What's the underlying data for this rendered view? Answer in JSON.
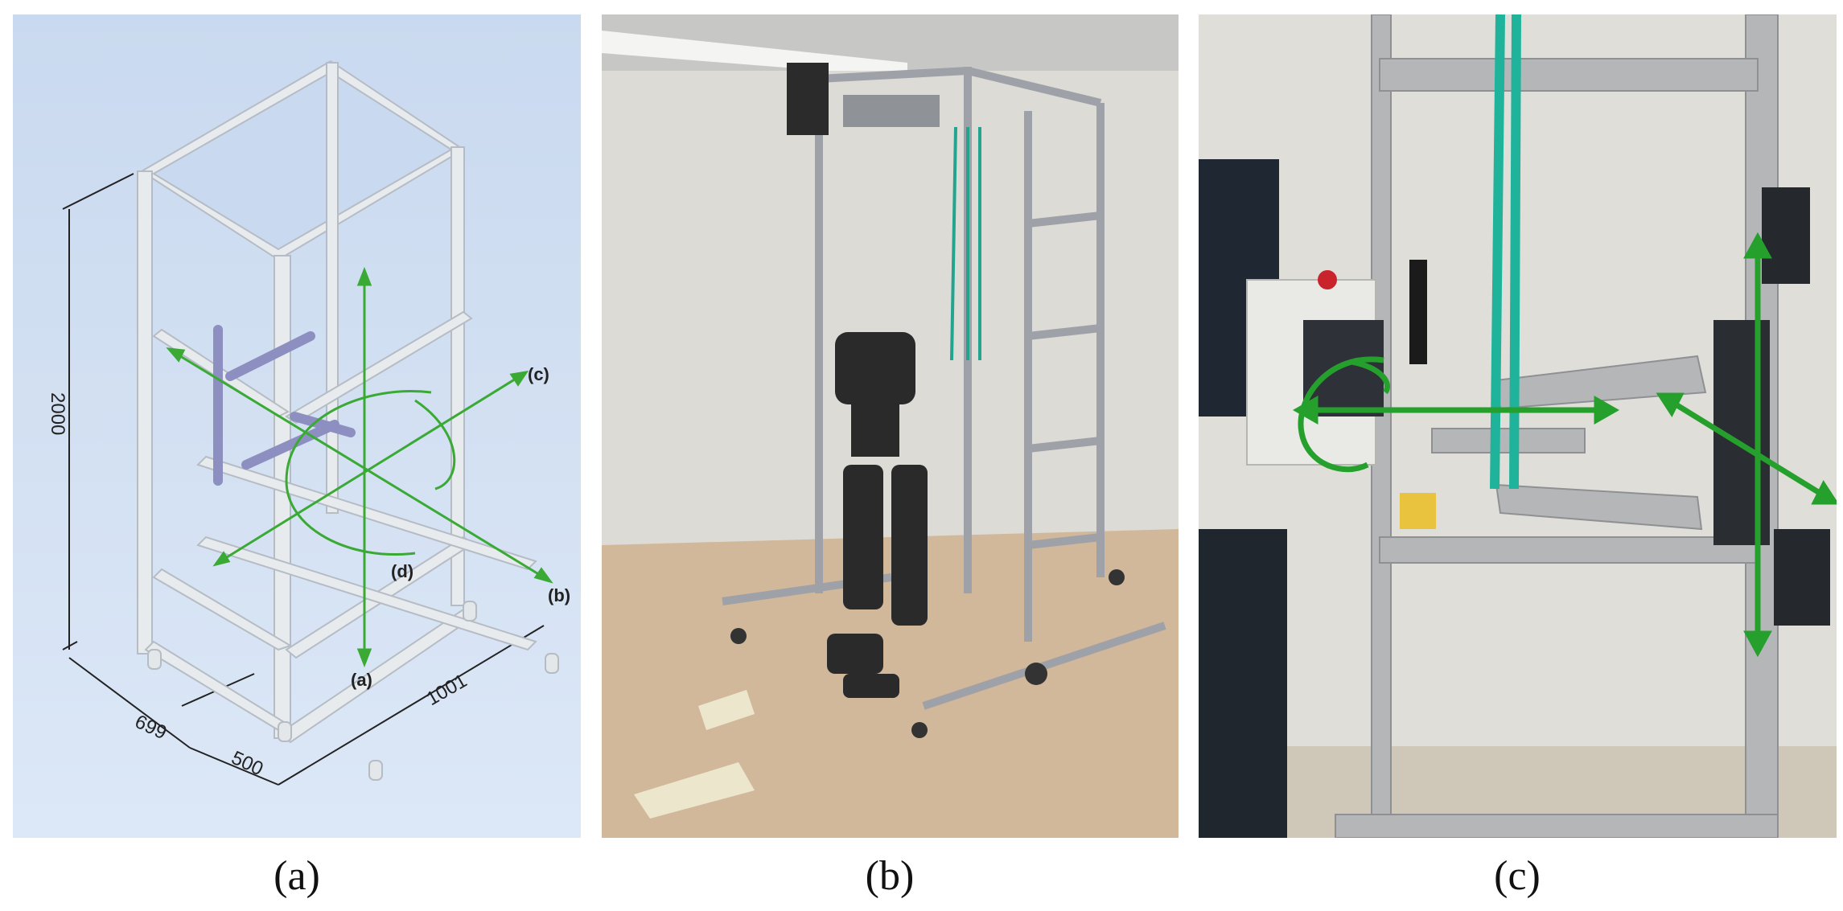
{
  "figure": {
    "captions": [
      "(a)",
      "(b)",
      "(c)"
    ]
  },
  "panel_a": {
    "dimensions": {
      "height": "2000",
      "depth": "699",
      "gap": "500",
      "width": "1001"
    },
    "axis_labels": {
      "a": "(a)",
      "b": "(b)",
      "c": "(c)",
      "d": "(d)"
    },
    "colors": {
      "arrow": "#3aaa35",
      "frame": "#e8ebee",
      "frame_edge": "#b6bcc4",
      "rod": "#8d8fc0"
    }
  },
  "panel_b": {
    "description_icon": "photo-exoskeleton-frame"
  },
  "panel_c": {
    "description_icon": "photo-attachment-detail",
    "colors": {
      "arrow": "#26a02c",
      "strap": "#1fb39c"
    }
  }
}
